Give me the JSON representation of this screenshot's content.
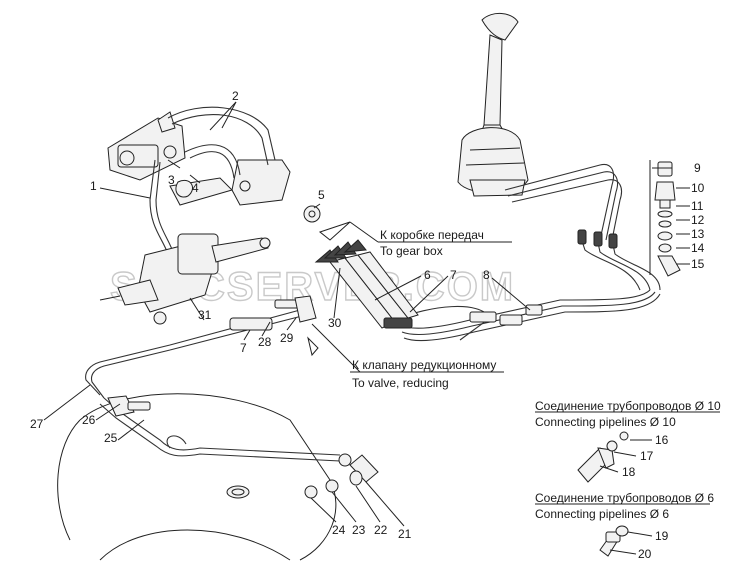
{
  "watermark": "SPECSERVER.COM",
  "callouts": [
    {
      "id": "c1",
      "label": "1"
    },
    {
      "id": "c2",
      "label": "2"
    },
    {
      "id": "c3",
      "label": "3"
    },
    {
      "id": "c4",
      "label": "4"
    },
    {
      "id": "c5",
      "label": "5"
    },
    {
      "id": "c6",
      "label": "6"
    },
    {
      "id": "c7a",
      "label": "7"
    },
    {
      "id": "c7b",
      "label": "7"
    },
    {
      "id": "c8",
      "label": "8"
    },
    {
      "id": "c9",
      "label": "9"
    },
    {
      "id": "c10",
      "label": "10"
    },
    {
      "id": "c11",
      "label": "11"
    },
    {
      "id": "c12",
      "label": "12"
    },
    {
      "id": "c13",
      "label": "13"
    },
    {
      "id": "c14",
      "label": "14"
    },
    {
      "id": "c15",
      "label": "15"
    },
    {
      "id": "c16",
      "label": "16"
    },
    {
      "id": "c17",
      "label": "17"
    },
    {
      "id": "c18",
      "label": "18"
    },
    {
      "id": "c19",
      "label": "19"
    },
    {
      "id": "c20",
      "label": "20"
    },
    {
      "id": "c21",
      "label": "21"
    },
    {
      "id": "c22",
      "label": "22"
    },
    {
      "id": "c23",
      "label": "23"
    },
    {
      "id": "c24",
      "label": "24"
    },
    {
      "id": "c25",
      "label": "25"
    },
    {
      "id": "c26",
      "label": "26"
    },
    {
      "id": "c27",
      "label": "27"
    },
    {
      "id": "c28",
      "label": "28"
    },
    {
      "id": "c29",
      "label": "29"
    },
    {
      "id": "c30",
      "label": "30"
    },
    {
      "id": "c31",
      "label": "31"
    }
  ],
  "annotations": {
    "gearbox_ru": "К коробке передач",
    "gearbox_en": "To gear box",
    "valve_ru": "К клапану редукционному",
    "valve_en": "To valve, reducing",
    "conn10_ru": "Соединение трубопроводов Ø 10",
    "conn10_en": "Connecting pipelines Ø 10",
    "conn6_ru": "Соединение трубопроводов Ø 6",
    "conn6_en": "Connecting pipelines Ø 6"
  }
}
